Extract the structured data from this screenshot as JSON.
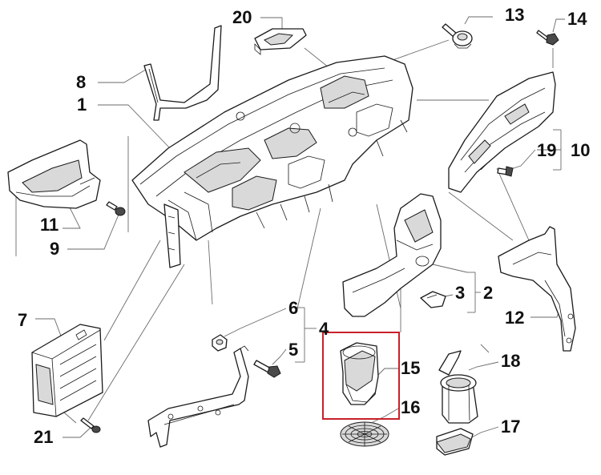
{
  "labels": {
    "n1": "1",
    "n2": "2",
    "n3": "3",
    "n4": "4",
    "n5": "5",
    "n6": "6",
    "n7": "7",
    "n8": "8",
    "n9": "9",
    "n10": "10",
    "n11": "11",
    "n12": "12",
    "n13": "13",
    "n14": "14",
    "n15": "15",
    "n16": "16",
    "n17": "17",
    "n18": "18",
    "n19": "19",
    "n20": "20",
    "n21": "21"
  },
  "colors": {
    "highlight_box": "#c8202a",
    "line_art": "#1a1a1a",
    "leader_lines": "#6a6a6a"
  }
}
